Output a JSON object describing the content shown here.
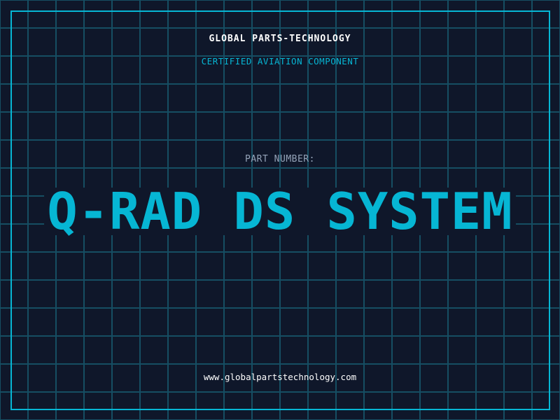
{
  "header": {
    "brand": "GLOBAL PARTS-TECHNOLOGY",
    "subtitle": "CERTIFIED AVIATION COMPONENT"
  },
  "main": {
    "part_label": "PART NUMBER:",
    "part_number": "Q-RAD DS SYSTEM"
  },
  "footer": {
    "url": "www.globalpartstechnology.com"
  },
  "colors": {
    "background": "#0f172a",
    "accent": "#06b6d4",
    "grid": "#164e63"
  }
}
